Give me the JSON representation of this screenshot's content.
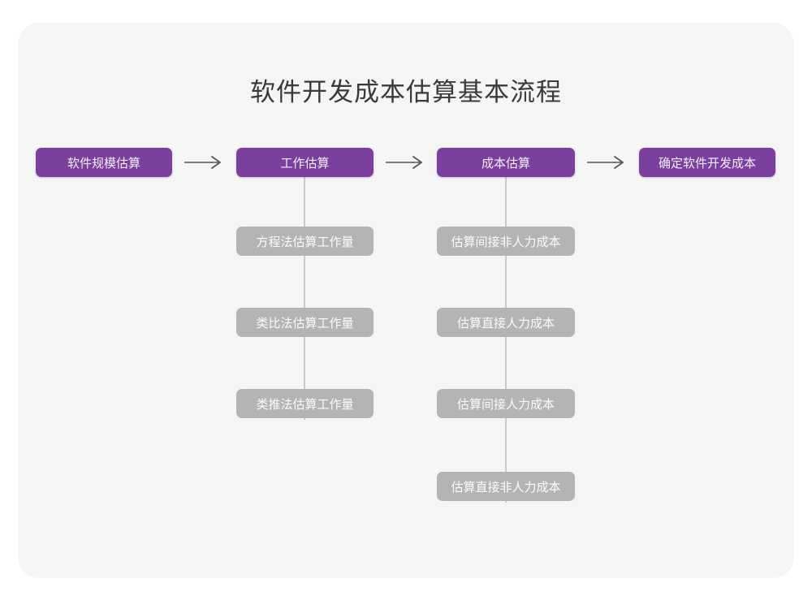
{
  "chart_data": {
    "type": "diagram",
    "diagram_kind": "flowchart",
    "title": "软件开发成本估算基本流程",
    "orientation": "left-to-right with vertical sub-lists",
    "colors": {
      "page_background": "#ffffff",
      "card_background": "#f5f5f6",
      "primary_node": "#7b3f9d",
      "primary_node_text": "#f3eef7",
      "secondary_node": "#b4b4b4",
      "secondary_node_text": "#fbfbfb",
      "connector_line": "#c9c9c9",
      "arrow": "#555555",
      "title_text": "#3a3a3a"
    },
    "stages": [
      {
        "id": "stage-1",
        "label": "软件规模估算",
        "substeps": []
      },
      {
        "id": "stage-2",
        "label": "工作估算",
        "substeps": [
          "方程法估算工作量",
          "类比法估算工作量",
          "类推法估算工作量"
        ]
      },
      {
        "id": "stage-3",
        "label": "成本估算",
        "substeps": [
          "估算间接非人力成本",
          "估算直接人力成本",
          "估算间接人力成本",
          "估算直接非人力成本"
        ]
      },
      {
        "id": "stage-4",
        "label": "确定软件开发成本",
        "substeps": []
      }
    ],
    "connectors": [
      {
        "from": "stage-1",
        "to": "stage-2",
        "style": "arrow"
      },
      {
        "from": "stage-2",
        "to": "stage-3",
        "style": "arrow"
      },
      {
        "from": "stage-3",
        "to": "stage-4",
        "style": "arrow"
      }
    ]
  },
  "diagram": {
    "title": "软件开发成本估算基本流程",
    "stage1": {
      "label": "软件规模估算"
    },
    "stage2": {
      "label": "工作估算",
      "sub1": "方程法估算工作量",
      "sub2": "类比法估算工作量",
      "sub3": "类推法估算工作量"
    },
    "stage3": {
      "label": "成本估算",
      "sub1": "估算间接非人力成本",
      "sub2": "估算直接人力成本",
      "sub3": "估算间接人力成本",
      "sub4": "估算直接非人力成本"
    },
    "stage4": {
      "label": "确定软件开发成本"
    },
    "arrows": {
      "a1": "arrow-right-icon",
      "a2": "arrow-right-icon",
      "a3": "arrow-right-icon"
    }
  }
}
